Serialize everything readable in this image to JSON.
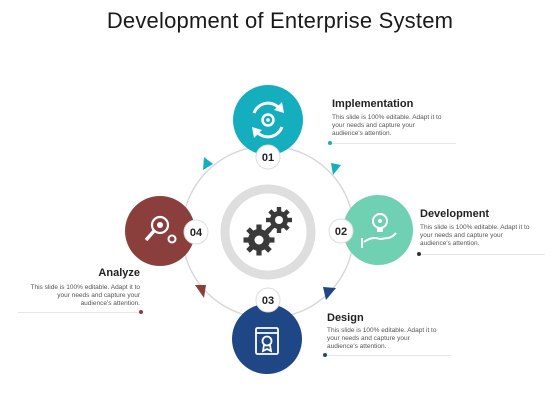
{
  "title": "Development of Enterprise System",
  "colors": {
    "implementation": "#15aebf",
    "development": "#6fd1b2",
    "design": "#1f4786",
    "analyze": "#8a3f3d",
    "ring": "#d9d9d9",
    "center_ring": "#dedede",
    "gear": "#3a3a3a"
  },
  "steps": [
    {
      "number": "01",
      "heading": "Implementation",
      "description": [
        "This slide is 100% editable. Adapt it to",
        "your needs and capture your",
        "audience's attention."
      ],
      "icon": "cycle-arrows-gear-icon"
    },
    {
      "number": "02",
      "heading": "Development",
      "description": [
        "This slide is 100% editable. Adapt it to",
        "your needs and capture your",
        "audience's attention."
      ],
      "icon": "lightbulb-in-hand-icon"
    },
    {
      "number": "03",
      "heading": "Design",
      "description": [
        "This slide is 100% editable. Adapt it to",
        "your needs and capture your",
        "audience's attention."
      ],
      "icon": "certificate-window-icon"
    },
    {
      "number": "04",
      "heading": "Analyze",
      "description": [
        "This slide is 100% editable. Adapt it to",
        "your needs and capture your",
        "audience's attention."
      ],
      "icon": "magnifier-gear-icon"
    }
  ],
  "center_icon": "gears-icon"
}
